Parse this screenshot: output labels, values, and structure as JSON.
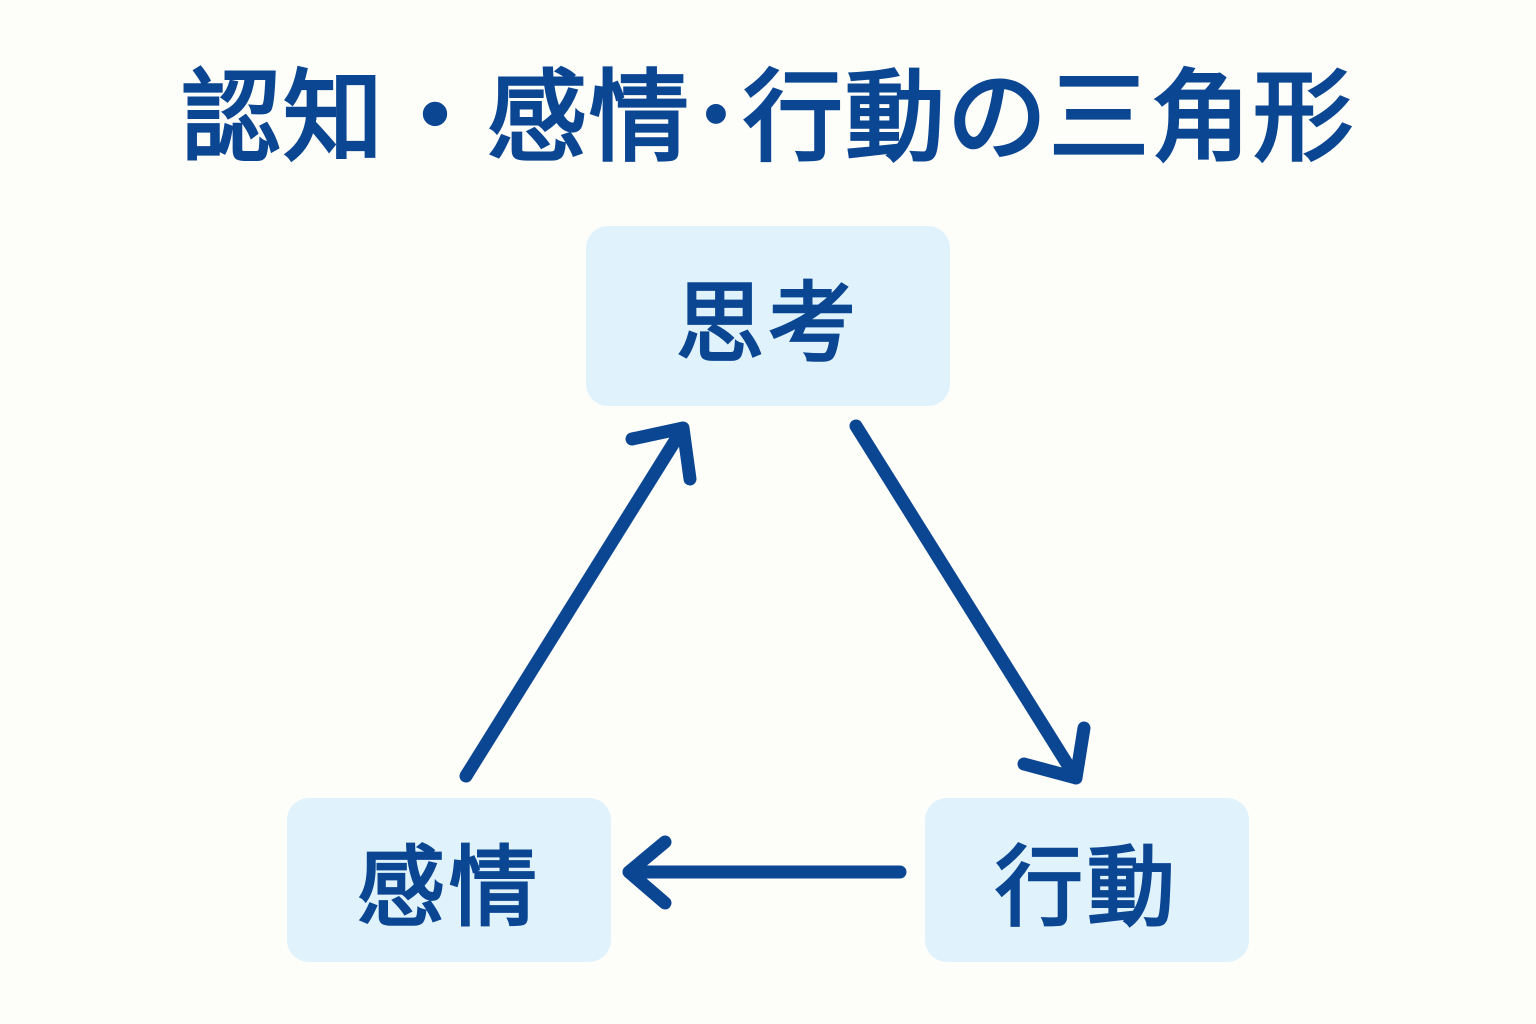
{
  "diagram": {
    "title": "認知・感情･行動の三角形",
    "nodes": {
      "top": "思考",
      "bottom_left": "感情",
      "bottom_right": "行動"
    },
    "colors": {
      "background": "#FDFDF9",
      "node_fill": "#E0F3FD",
      "accent": "#0B4693"
    }
  }
}
